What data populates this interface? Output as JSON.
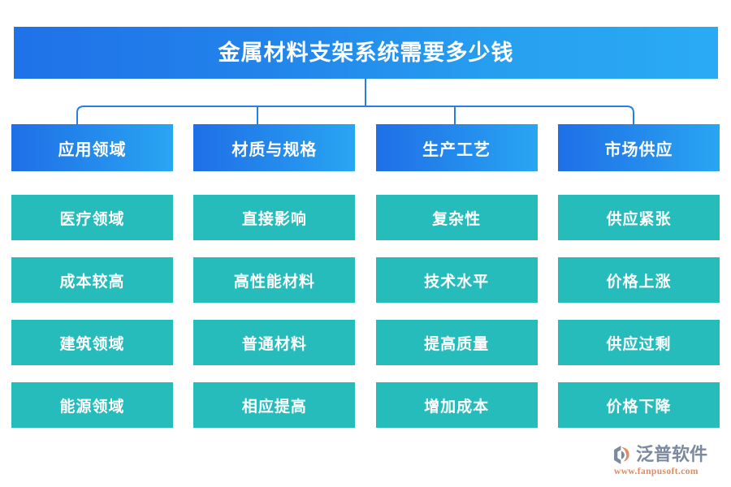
{
  "header": {
    "title": "金属材料支架系统需要多少钱",
    "gradient_from": "#1f72e8",
    "gradient_to": "#2aaaf4"
  },
  "connector": {
    "color": "#2a7de1"
  },
  "categories": [
    {
      "label": "应用领域"
    },
    {
      "label": "材质与规格"
    },
    {
      "label": "生产工艺"
    },
    {
      "label": "市场供应"
    }
  ],
  "item_color": "#26bcbc",
  "rows": [
    {
      "cells": [
        "医疗领域",
        "直接影响",
        "复杂性",
        "供应紧张"
      ]
    },
    {
      "cells": [
        "成本较高",
        "高性能材料",
        "技术水平",
        "价格上涨"
      ]
    },
    {
      "cells": [
        "建筑领域",
        "普通材料",
        "提高质量",
        "供应过剩"
      ]
    },
    {
      "cells": [
        "能源领域",
        "相应提高",
        "增加成本",
        "价格下降"
      ]
    }
  ],
  "watermark": {
    "name": "泛普软件",
    "url": "www.fanpusoft.com"
  },
  "logo": {
    "name": "泛普软件",
    "url": "www.fanpusoft.com",
    "mark_color": "#7b8a9e",
    "accent_color": "#e08a62"
  }
}
